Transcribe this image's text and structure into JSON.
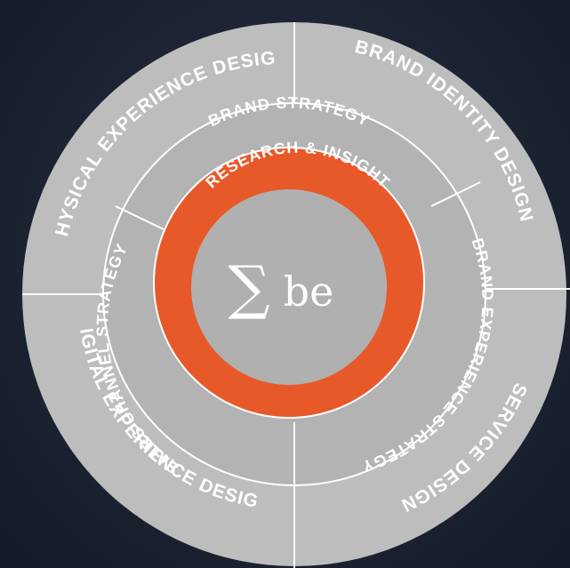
{
  "colors": {
    "background": "#1d2433",
    "outer_ring": "#bdbdbd",
    "middle_ring": "#b3b3b3",
    "inner_ring": "#e8592a",
    "center": "#b0b0b0",
    "divider": "#ffffff",
    "text": "#ffffff"
  },
  "center": {
    "sigma": "∑",
    "text": "be"
  },
  "inner_ring": {
    "label": "RESEARCH & INSIGHT"
  },
  "middle_ring": {
    "segments": [
      {
        "label": "BRAND STRATEGY"
      },
      {
        "label": "BRAND EXPERIENCE STRATEGY"
      },
      {
        "label": "SALES CHANNEL STRATEGY"
      }
    ]
  },
  "outer_ring": {
    "segments": [
      {
        "label": "PHYSICAL EXPERIENCE DESIGN"
      },
      {
        "label": "BRAND IDENTITY DESIGN"
      },
      {
        "label": "SERVICE DESIGN"
      },
      {
        "label": "DIGITAL EXPERIENCE DESIGN"
      }
    ]
  }
}
